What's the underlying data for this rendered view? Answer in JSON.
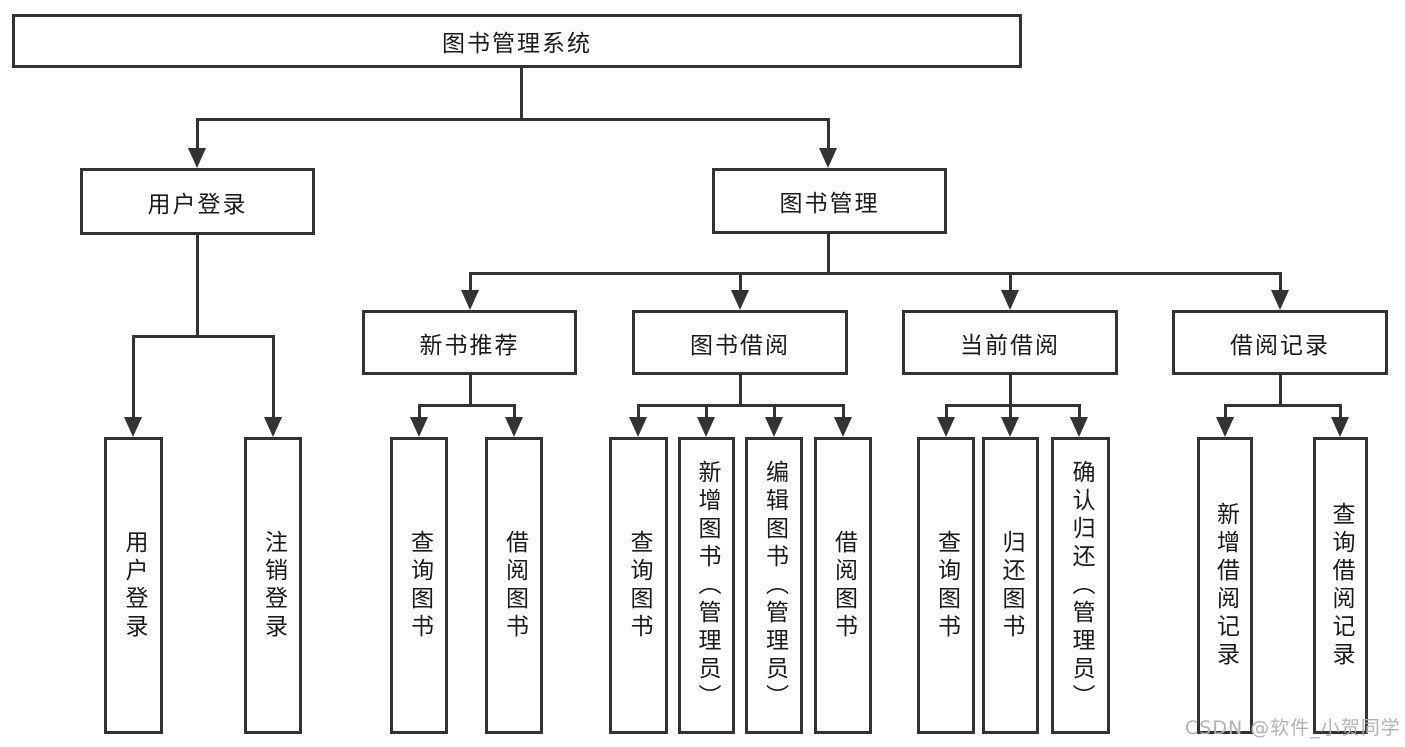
{
  "diagram": {
    "title": "图书管理系统",
    "root": {
      "label": "图书管理系统"
    },
    "level2": [
      {
        "id": "user-login",
        "label": "用户登录"
      },
      {
        "id": "book-management",
        "label": "图书管理"
      }
    ],
    "level3": [
      {
        "id": "new-book-recommend",
        "label": "新书推荐"
      },
      {
        "id": "book-borrow",
        "label": "图书借阅"
      },
      {
        "id": "current-borrow",
        "label": "当前借阅"
      },
      {
        "id": "borrow-record",
        "label": "借阅记录"
      }
    ],
    "leaves": {
      "user_login": [
        {
          "label": "用户登录"
        },
        {
          "label": "注销登录"
        }
      ],
      "new_book_recommend": [
        {
          "label": "查询图书"
        },
        {
          "label": "借阅图书"
        }
      ],
      "book_borrow": [
        {
          "label": "查询图书"
        },
        {
          "label": "新增图书（管理员）"
        },
        {
          "label": "编辑图书（管理员）"
        },
        {
          "label": "借阅图书"
        }
      ],
      "current_borrow": [
        {
          "label": "查询图书"
        },
        {
          "label": "归还图书"
        },
        {
          "label": "确认归还（管理员）"
        }
      ],
      "borrow_record": [
        {
          "label": "新增借阅记录"
        },
        {
          "label": "查询借阅记录"
        }
      ]
    }
  },
  "watermark": {
    "text": "CSDN @软件_小贺同学"
  },
  "colors": {
    "line": "#333333",
    "text": "#1a1a1a",
    "watermark": "#b3b3b3",
    "background": "#ffffff"
  }
}
